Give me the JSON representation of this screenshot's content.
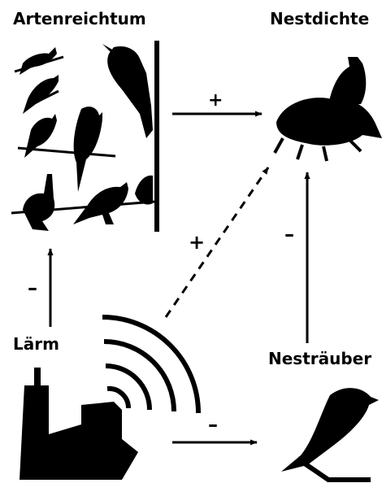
{
  "nodes": {
    "species_richness": "Artenreichtum",
    "nest_density": "Nestdichte",
    "noise": "Lärm",
    "nest_predator": "Nesträuber"
  },
  "edges": {
    "richness_to_density": "+",
    "noise_to_density": "+",
    "noise_to_richness": "–",
    "predator_to_density": "–",
    "noise_to_predator": "–"
  },
  "edge_styles": {
    "noise_to_density": "dashed"
  },
  "icons": [
    "bird-silhouettes-icon",
    "bird-on-nest-icon",
    "factory-icon",
    "sound-waves-icon",
    "jay-bird-icon"
  ]
}
